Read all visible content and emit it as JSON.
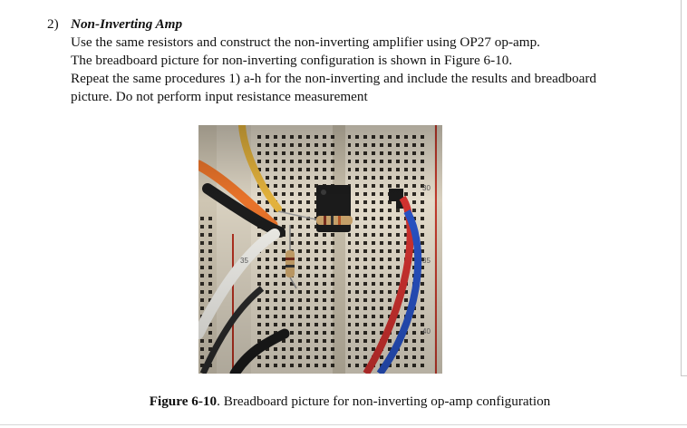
{
  "section": {
    "number": "2)",
    "title": "Non-Inverting Amp",
    "line1": "Use the same resistors and construct the non-inverting amplifier using OP27 op-amp.",
    "line2": "The breadboard picture for non-inverting configuration is shown in Figure 6-10.",
    "paragraph": "Repeat the same procedures 1) a-h for the non-inverting and include the results and breadboard picture. Do not perform input resistance measurement"
  },
  "figure": {
    "row_labels": [
      "30",
      "35",
      "40"
    ],
    "caption_label": "Figure 6-10",
    "caption_text": ". Breadboard picture for non-inverting op-amp configuration"
  }
}
